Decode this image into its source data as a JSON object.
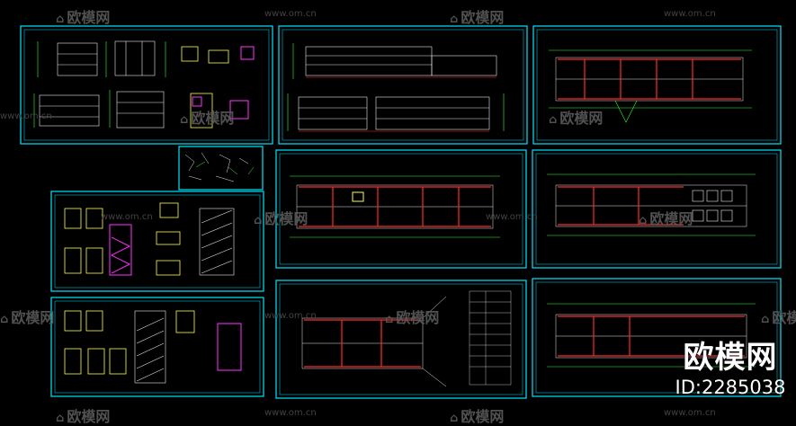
{
  "watermark": {
    "brand": "欧模网",
    "url": "www.om.cn",
    "id_label": "ID:2285038"
  },
  "colors": {
    "background": "#000000",
    "frame": "#00e5ff",
    "wall": "#ff2a2a",
    "line_white": "#e8e8e8",
    "line_green": "#33ff33",
    "line_yellow": "#ffff33",
    "line_magenta": "#ff33ff",
    "line_cyan": "#00ffff",
    "watermark": "#5a5a5a"
  },
  "drawing_sheets": [
    {
      "name": "sheet-elevations-small",
      "kind": "details"
    },
    {
      "name": "sheet-elevations-main",
      "kind": "elevation"
    },
    {
      "name": "sheet-plan-top-right",
      "kind": "plan"
    },
    {
      "name": "sheet-node-details",
      "kind": "nodes"
    },
    {
      "name": "sheet-plan-middle",
      "kind": "plan"
    },
    {
      "name": "sheet-plan-middle-right",
      "kind": "plan"
    },
    {
      "name": "sheet-stair-details",
      "kind": "stairs"
    },
    {
      "name": "sheet-stair-details-2",
      "kind": "stairs"
    },
    {
      "name": "sheet-plan-bottom",
      "kind": "plan-table"
    },
    {
      "name": "sheet-plan-bottom-right",
      "kind": "plan"
    }
  ]
}
